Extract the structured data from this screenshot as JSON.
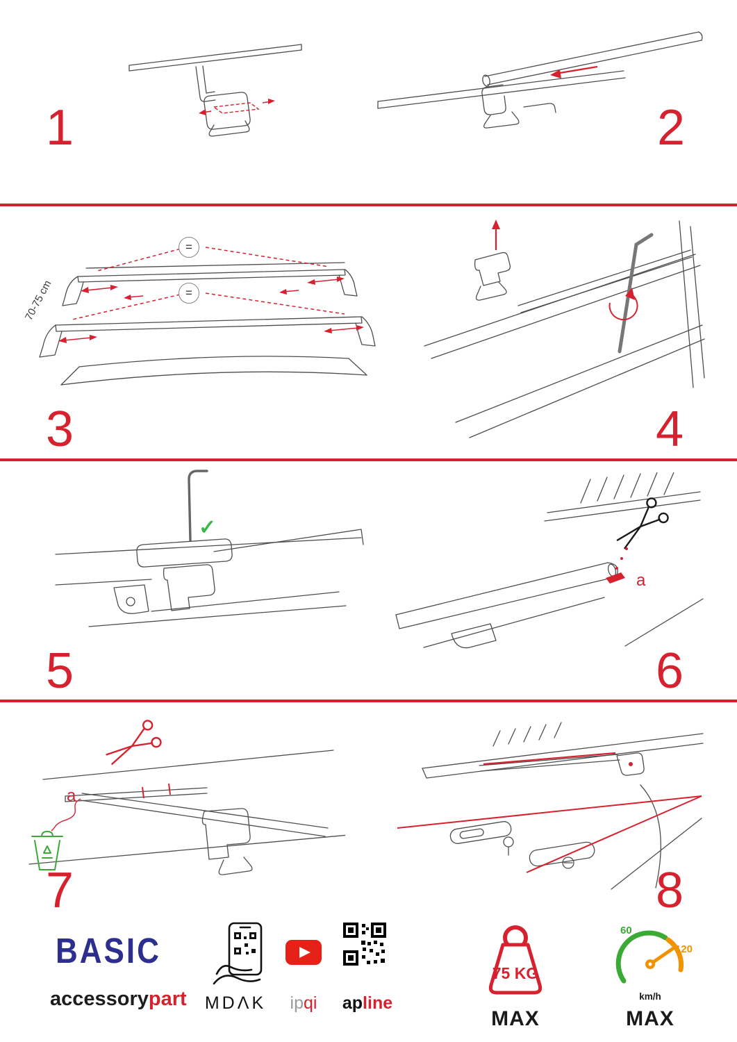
{
  "colors": {
    "accent_red": "#d6212f",
    "brand_blue": "#2d2f8f",
    "eco_green": "#3aaa35",
    "gauge_orange": "#f39200",
    "ink": "#1d1d1b"
  },
  "steps": [
    {
      "number": "1"
    },
    {
      "number": "2"
    },
    {
      "number": "3",
      "dimension": "70-75 cm",
      "equal_sign": "="
    },
    {
      "number": "4"
    },
    {
      "number": "5",
      "check": "✓"
    },
    {
      "number": "6",
      "part_label": "a"
    },
    {
      "number": "7",
      "part_label": "a"
    },
    {
      "number": "8"
    }
  ],
  "footer": {
    "logo_title": "BASIC",
    "logo_sub_left": "accessory",
    "logo_sub_right": "part",
    "partner_mdak": "MDΛK",
    "partner_ipqi_left": "ip",
    "partner_ipqi_right": "qi",
    "partner_apline_left": "ap",
    "partner_apline_right": "line",
    "weight_value": "75 KG",
    "weight_max": "MAX",
    "speed_low": "60",
    "speed_high": "120",
    "speed_unit": "km/h",
    "speed_max": "MAX"
  }
}
